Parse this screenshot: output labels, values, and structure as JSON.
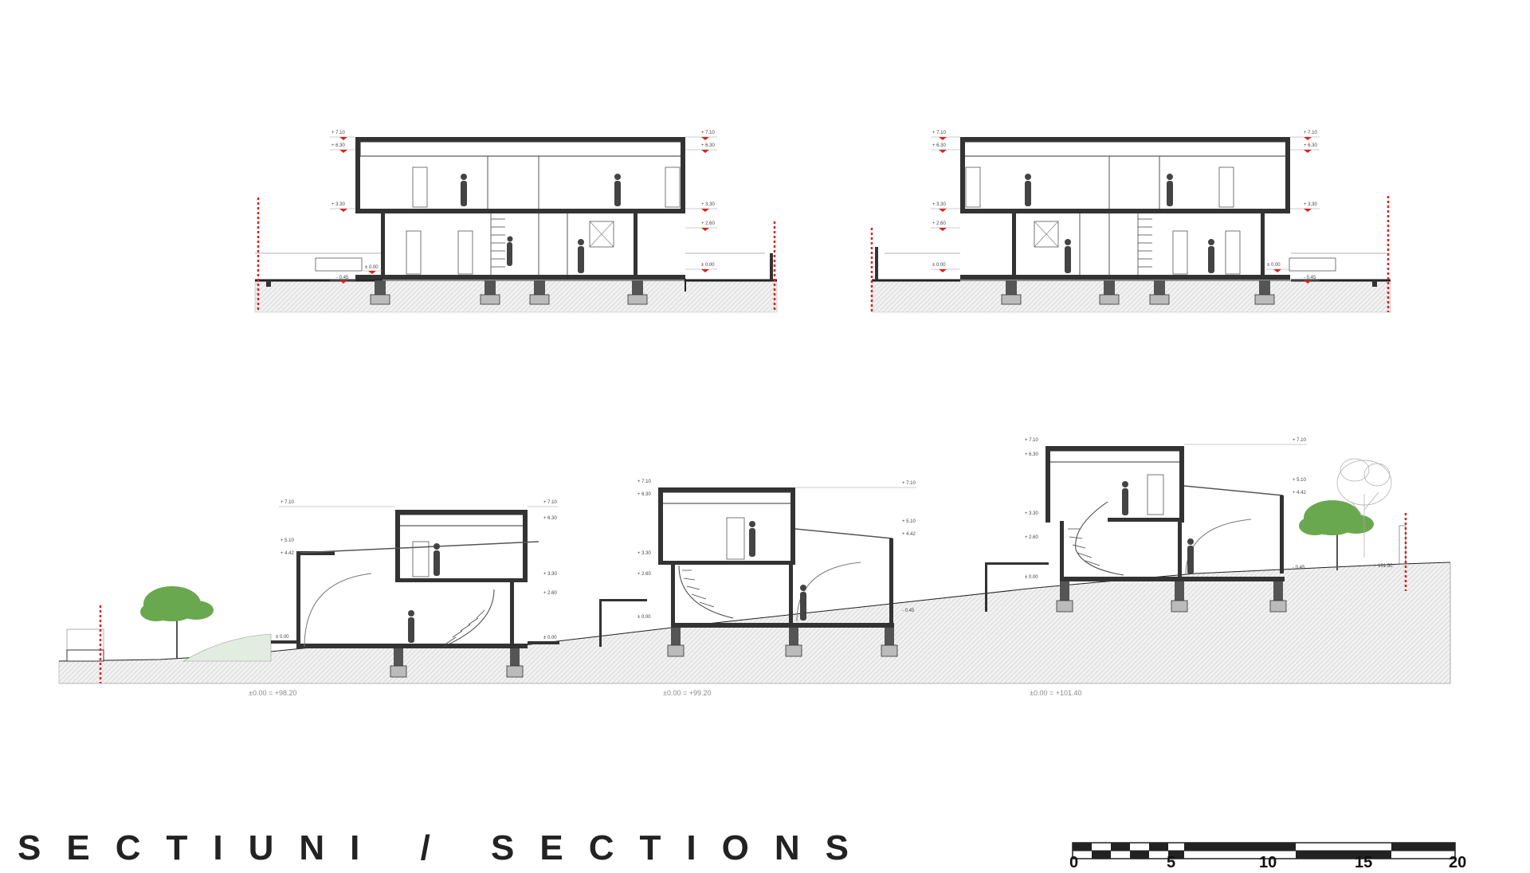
{
  "title": "SECTIUNI / SECTIONS",
  "scale_bar": {
    "labels": [
      "0",
      "5",
      "10",
      "15",
      "20"
    ]
  },
  "datums": [
    "±0.00 = +98.20",
    "±0.00 = +99.20",
    "±0.00 = +101.40"
  ],
  "levels": {
    "roof": "+ 7.10",
    "parapet": "+ 6.30",
    "floor1": "+ 3.30",
    "ceil": "+ 2.60",
    "ground": "± 0.00",
    "base": "- 0.45",
    "mid": "+ 5.10",
    "low": "+ 4.42",
    "plot": "+ 101.50"
  },
  "colors": {
    "ink": "#222222",
    "ground_hatch": "#d8d8d8",
    "tree": "#6aa84f",
    "marker": "#d9241c"
  }
}
